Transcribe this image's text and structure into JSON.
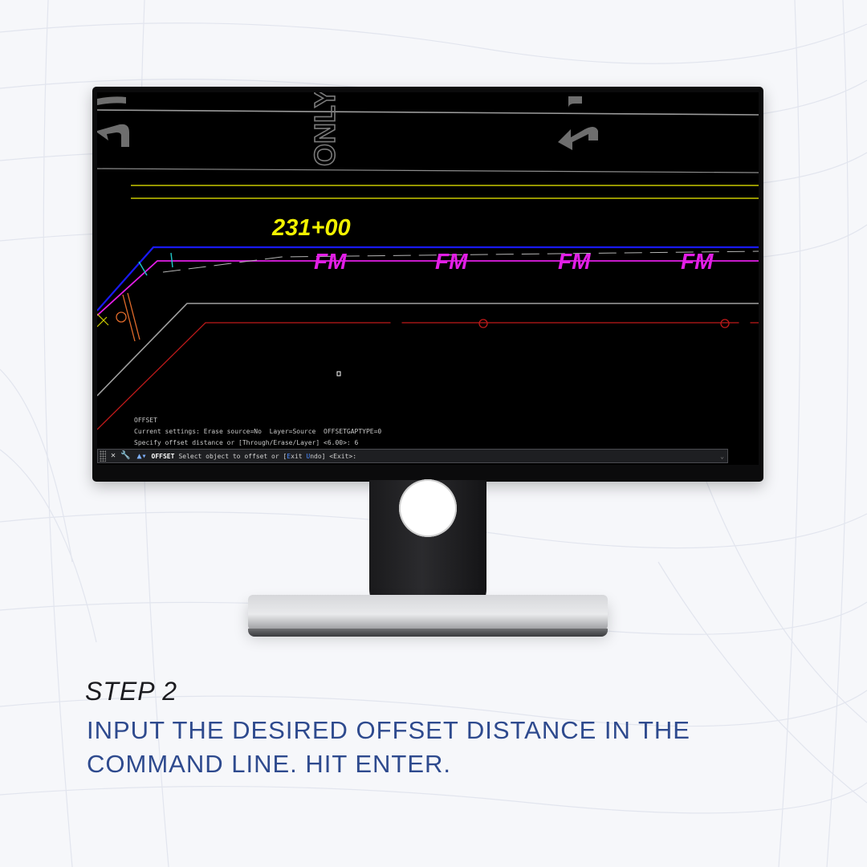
{
  "screen": {
    "road_markings": {
      "pavement_word": "ONLY O"
    },
    "station_label": "231+00",
    "utility_labels": [
      "FM",
      "FM",
      "FM",
      "FM"
    ],
    "command_history": [
      "OFFSET",
      "Current settings: Erase source=No  Layer=Source  OFFSETGAPTYPE=0",
      "Specify offset distance or [Through/Erase/Layer] <6.00>: 6"
    ],
    "command_line": {
      "command_name": "OFFSET",
      "prompt_before": "Select object to offset or [",
      "option_exit_key": "E",
      "option_exit_rest": "xit ",
      "option_undo_key": "U",
      "option_undo_rest": "ndo",
      "prompt_after": "] <Exit>:"
    },
    "colors": {
      "station_text": "#f2f200",
      "fm_text": "#e21ee6",
      "blue_line": "#1a1aff",
      "magenta_line": "#e21ee6",
      "red_line": "#c01a1a",
      "yellow_line": "#c8c800"
    }
  },
  "caption": {
    "step_title": "STEP 2",
    "instruction": "INPUT THE DESIRED OFFSET DISTANCE IN THE COMMAND LINE. HIT ENTER."
  }
}
